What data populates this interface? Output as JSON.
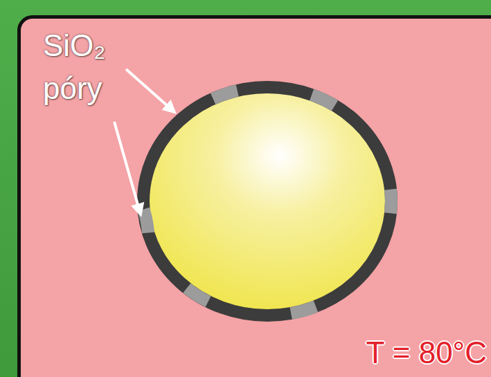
{
  "diagram": {
    "labels": [
      "SiO₂",
      "póry",
      "T = 80°C"
    ]
  }
}
